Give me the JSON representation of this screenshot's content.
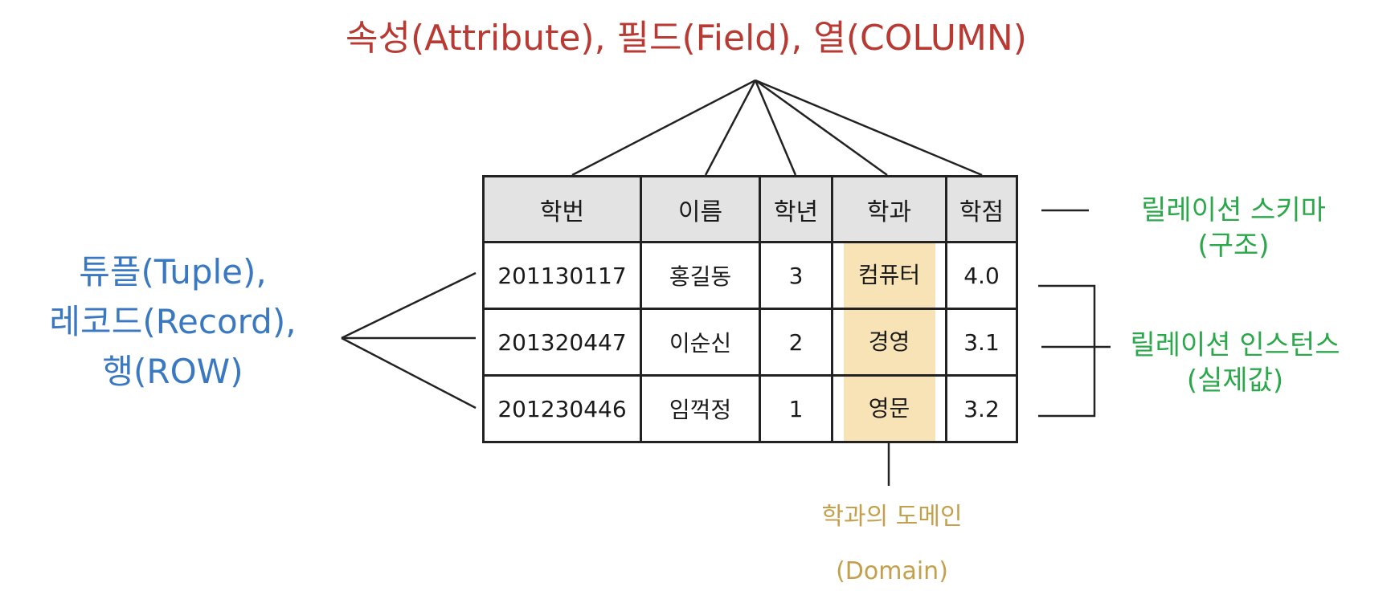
{
  "attribute_title": "속성(Attribute), 필드(Field), 열(COLUMN)",
  "tuple_label": [
    "튜플(Tuple),",
    "레코드(Record),",
    "행(ROW)"
  ],
  "schema_label": [
    "릴레이션 스키마",
    "(구조)"
  ],
  "instance_label": [
    "릴레이션 인스턴스",
    "(실제값)"
  ],
  "domain_label": [
    "학과의 도메인",
    "(Domain)"
  ],
  "table": {
    "headers": [
      "학번",
      "이름",
      "학년",
      "학과",
      "학점"
    ],
    "rows": [
      [
        "201130117",
        "홍길동",
        "3",
        "컴퓨터",
        "4.0"
      ],
      [
        "201320447",
        "이순신",
        "2",
        "경영",
        "3.1"
      ],
      [
        "201230446",
        "임꺽정",
        "1",
        "영문",
        "3.2"
      ]
    ]
  },
  "colors": {
    "attribute": "#b83a33",
    "tuple": "#3a78c2",
    "relation": "#2aa84a",
    "domain": "#c4a04c",
    "domain_fill": "#f7e3b6",
    "header_fill": "#e3e3e3"
  }
}
